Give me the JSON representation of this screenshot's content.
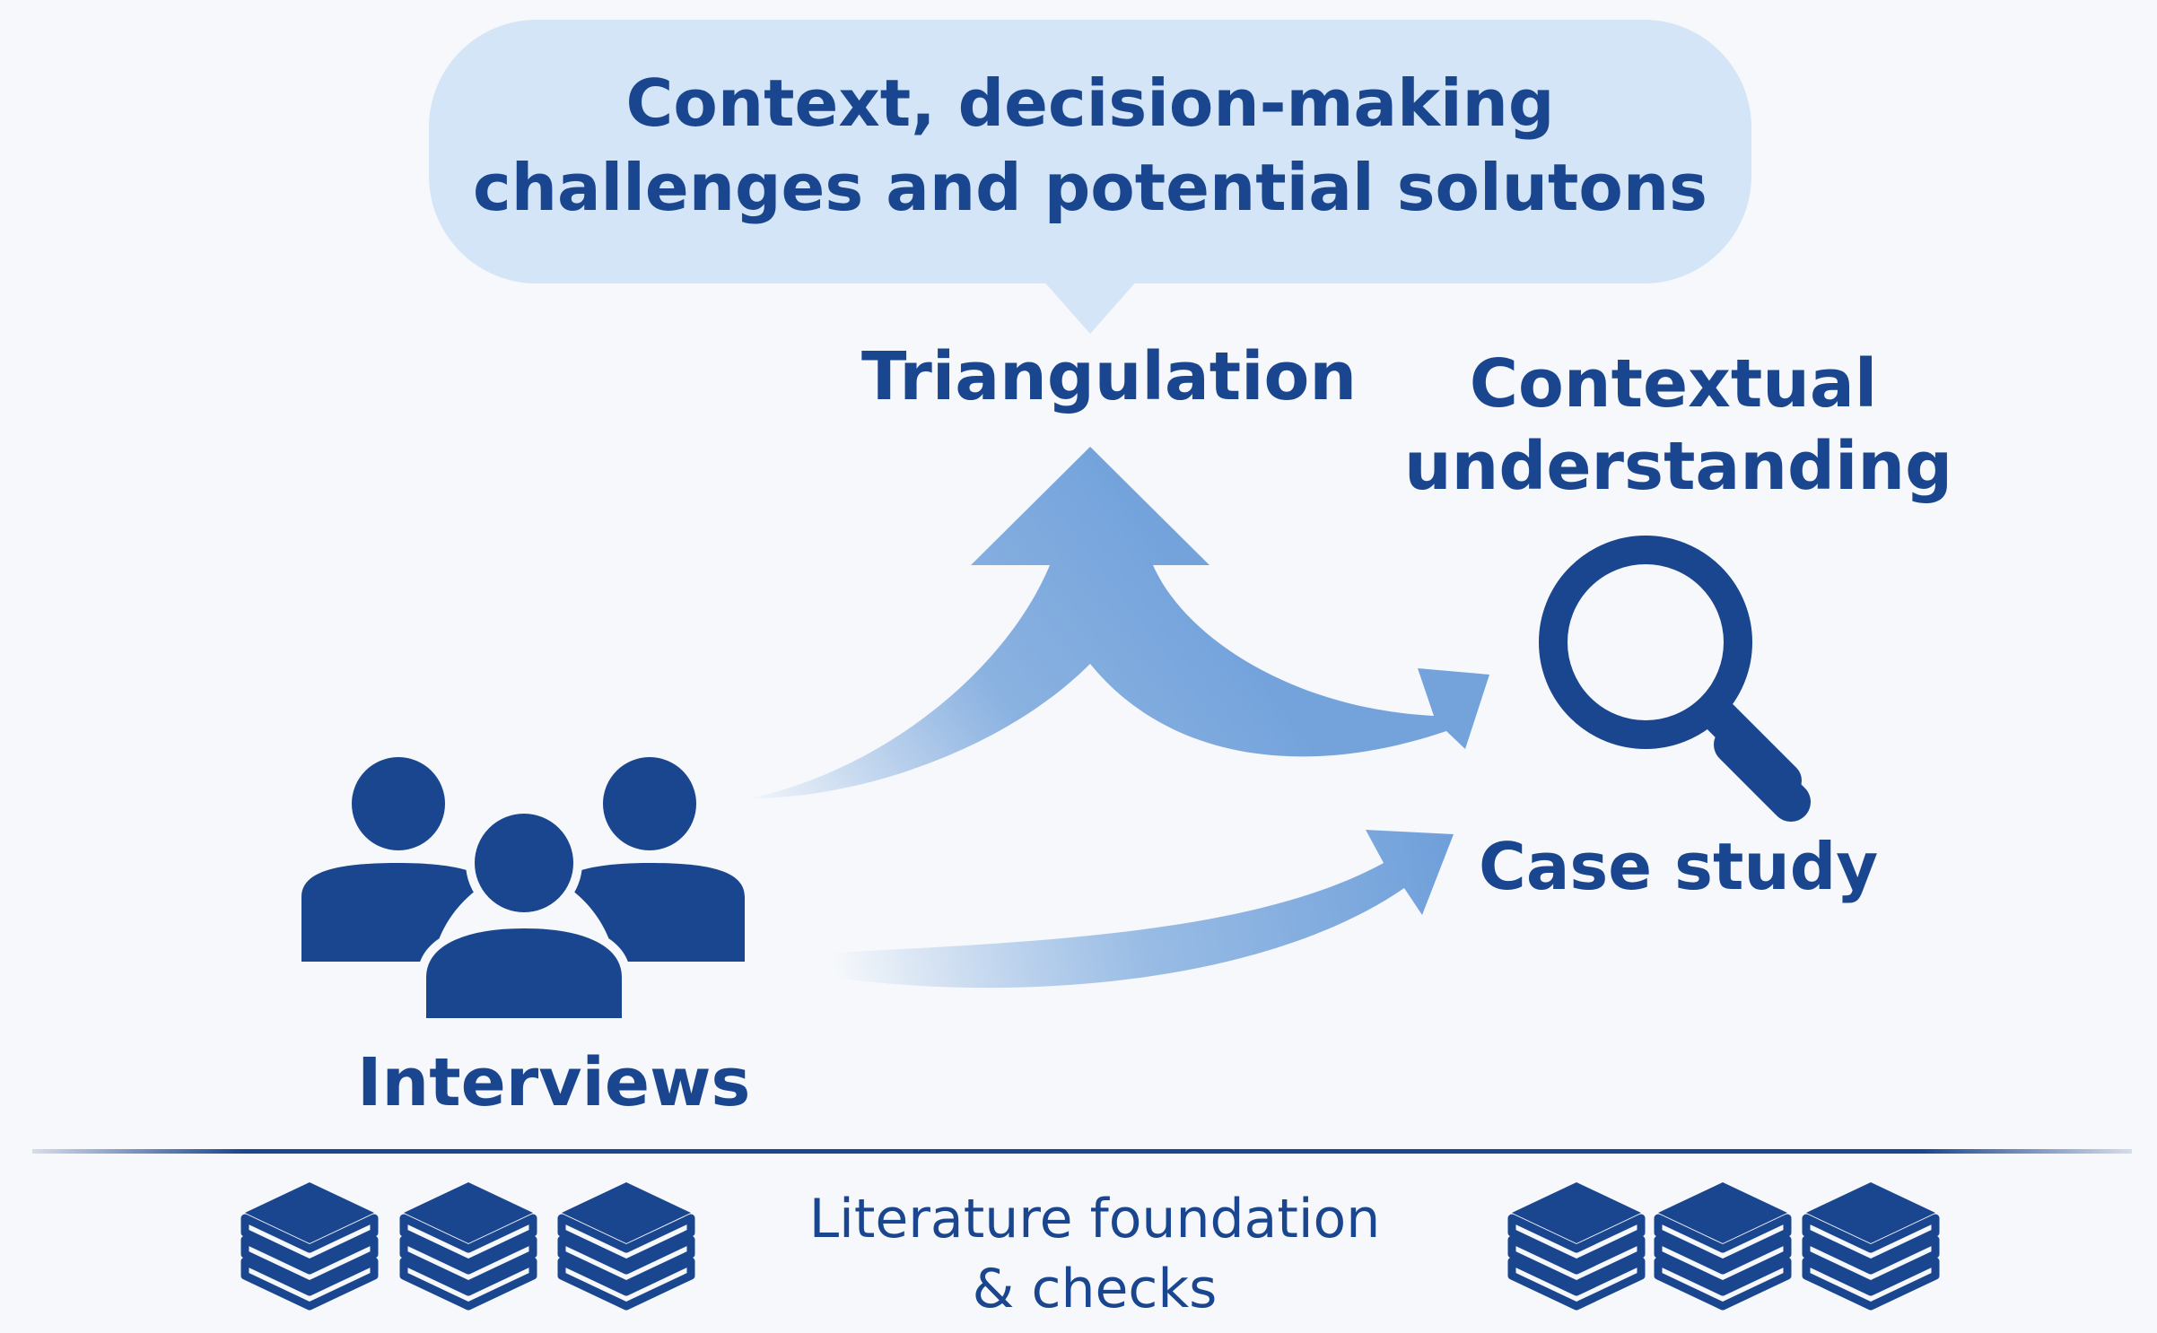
{
  "diagram": {
    "bubble": {
      "line1": "Context, decision-making",
      "line2": "challenges and potential solutons"
    },
    "triangulation_label": "Triangulation",
    "contextual_understanding": {
      "line1": "Contextual",
      "line2": "understanding"
    },
    "case_study_label": "Case study",
    "interviews_label": "Interviews",
    "literature": {
      "line1": "Literature foundation",
      "line2": "& checks"
    }
  },
  "colors": {
    "navy": "#1a468f",
    "arrow_blue": "#6f9fda",
    "bubble_fill": "#d3e5f6",
    "background": "#f6f8fb"
  },
  "icons": [
    "people-group-icon",
    "magnifier-icon",
    "book-stack-icon"
  ]
}
